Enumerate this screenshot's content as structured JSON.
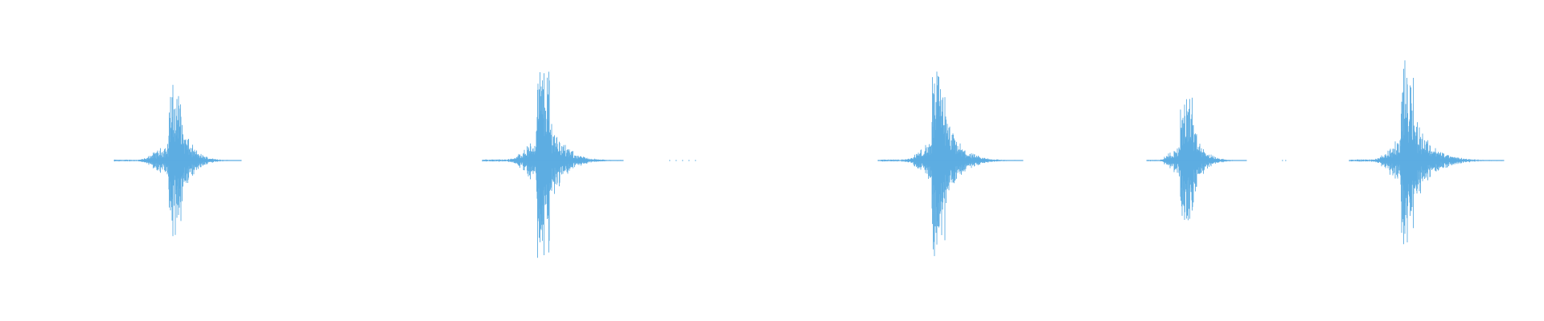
{
  "waveform": {
    "color": "#5DADE2",
    "background": "#ffffff",
    "bursts": [
      {
        "level": 0.51
      },
      {
        "level": 0.66
      },
      {
        "level": 0.61
      },
      {
        "level": 0.46
      },
      {
        "level": 0.65
      }
    ]
  }
}
